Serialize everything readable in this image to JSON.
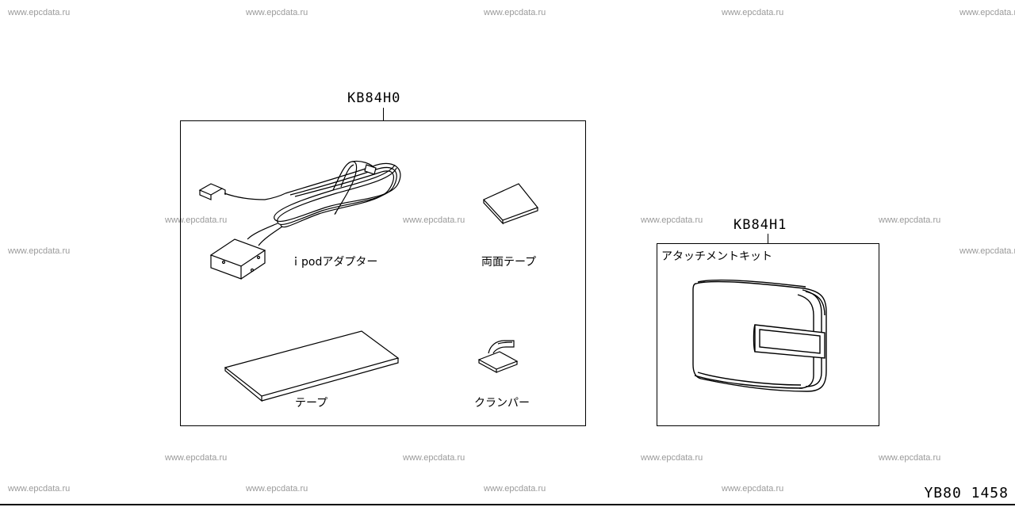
{
  "watermark": "www.epcdata.ru",
  "kits": [
    {
      "code": "KB84H0",
      "items": [
        {
          "label": "ｉpodアダプター",
          "icon": "ipod-adapter-cable-icon"
        },
        {
          "label": "両面テープ",
          "icon": "double-sided-tape-icon"
        },
        {
          "label": "テープ",
          "icon": "tape-strip-icon"
        },
        {
          "label": "クランパー",
          "icon": "clamper-icon"
        }
      ]
    },
    {
      "code": "KB84H1",
      "items": [
        {
          "label": "アタッチメントキット",
          "icon": "attachment-kit-case-icon"
        }
      ]
    }
  ],
  "diagram_id": "YB80 1458"
}
